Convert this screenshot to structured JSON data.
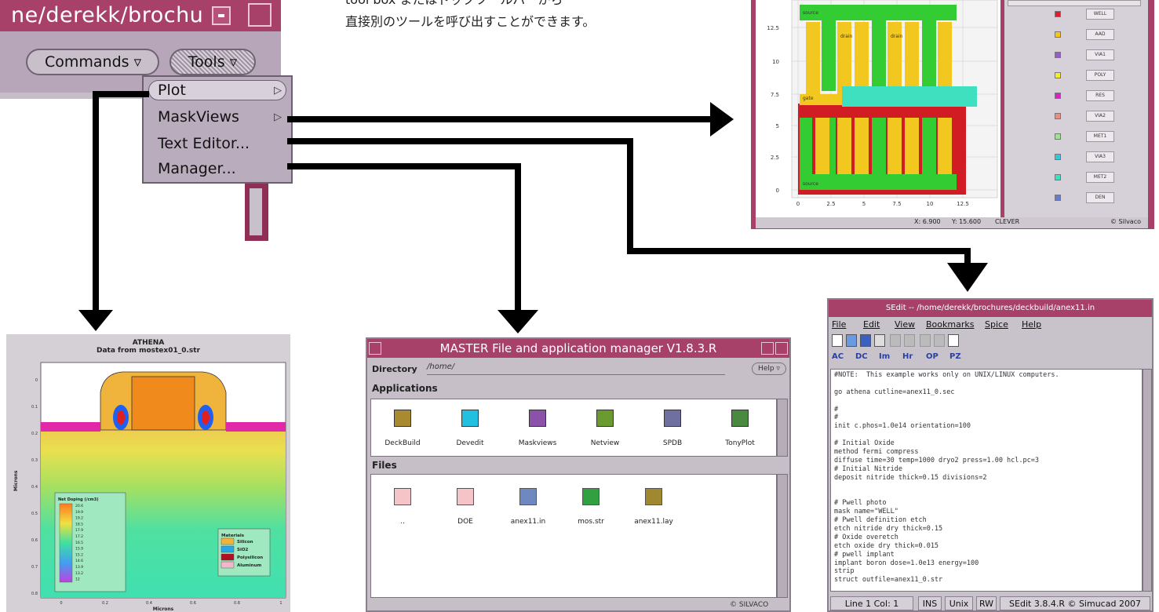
{
  "caption": {
    "line1": "tool box またはドックツールバーから",
    "line2": "直接別のツールを呼び出すことができます。"
  },
  "tool_window": {
    "title": "ne/derekk/brochu",
    "commands_label": "Commands ▿",
    "tools_label": "Tools ▿",
    "menu": [
      {
        "label": "Plot",
        "has_submenu": true
      },
      {
        "label": "MaskViews",
        "has_submenu": true
      },
      {
        "label": "Text Editor...",
        "has_submenu": false
      },
      {
        "label": "Manager...",
        "has_submenu": false
      }
    ]
  },
  "maskviews": {
    "y_ticks": [
      "12.5",
      "10",
      "7.5",
      "5",
      "2.5",
      "0"
    ],
    "x_ticks": [
      "0",
      "2.5",
      "5",
      "7.5",
      "10",
      "12.5"
    ],
    "labels": {
      "source_top": "source",
      "drain1": "drain",
      "drain2": "drain",
      "gate": "gate",
      "source_bottom": "source"
    },
    "layers": [
      {
        "name": "WELL",
        "color": "#e11d2b"
      },
      {
        "name": "AAD",
        "color": "#f5c518"
      },
      {
        "name": "VIA1",
        "color": "#9b59d0"
      },
      {
        "name": "POLY",
        "color": "#f4ee2a"
      },
      {
        "name": "RES",
        "color": "#d822c9"
      },
      {
        "name": "VIA2",
        "color": "#f08a7a"
      },
      {
        "name": "MET1",
        "color": "#9ae68b"
      },
      {
        "name": "VIA3",
        "color": "#35c7d9"
      },
      {
        "name": "MET2",
        "color": "#3fe0c0"
      },
      {
        "name": "DEN",
        "color": "#6a78d6"
      }
    ],
    "status": {
      "x": "X: 6.900",
      "y": "Y: 15.600",
      "mode": "CLEVER",
      "brand": "© Silvaco"
    }
  },
  "athena": {
    "title": "ATHENA",
    "subtitle": "Data from mostex01_0.str",
    "y_label": "Microns",
    "x_label": "Microns",
    "y_ticks": [
      "0",
      "0.1",
      "0.2",
      "0.3",
      "0.4",
      "0.5",
      "0.6",
      "0.7",
      "0.8"
    ],
    "x_ticks": [
      "0",
      "0.2",
      "0.4",
      "0.6",
      "0.8",
      "1"
    ],
    "legend_title": "Net Doping (/cm3)",
    "legend_values": [
      "20.6",
      "19.9",
      "19.2",
      "18.5",
      "17.9",
      "17.2",
      "16.5",
      "15.9",
      "15.2",
      "14.6",
      "13.9",
      "13.2",
      "12"
    ],
    "materials_title": "Materials",
    "materials": [
      {
        "name": "Silicon",
        "color": "#f0b43c"
      },
      {
        "name": "SiO2",
        "color": "#2aa6e6"
      },
      {
        "name": "Polysilicon",
        "color": "#b01020"
      },
      {
        "name": "Aluminum",
        "color": "#f0b8c8"
      }
    ]
  },
  "master": {
    "title": "MASTER  File and application manager V1.8.3.R",
    "directory_label": "Directory",
    "directory_value": "/home/",
    "help_label": "Help ▿",
    "applications_label": "Applications",
    "applications": [
      "DeckBuild",
      "Devedit",
      "Maskviews",
      "Netview",
      "SPDB",
      "TonyPlot"
    ],
    "files_label": "Files",
    "files": [
      "..",
      "DOE",
      "anex11.in",
      "mos.str",
      "anex11.lay"
    ],
    "brand": "© SILVACO"
  },
  "sedit": {
    "title": "SEdit -- /home/derekk/brochures/deckbuild/anex11.in",
    "menu": [
      "File",
      "Edit",
      "View",
      "Bookmarks",
      "Spice",
      "Help"
    ],
    "toolbar2": [
      "AC",
      "DC",
      "Im",
      "Hr",
      "OP",
      "PZ"
    ],
    "code": [
      "#NOTE:  This example works only on UNIX/LINUX computers.",
      "",
      "go athena cutline=anex11_0.sec",
      "",
      "#",
      "#",
      "init c.phos=1.0e14 orientation=100",
      "",
      "# Initial Oxide",
      "method fermi compress",
      "diffuse time=30 temp=1000 dryo2 press=1.00 hcl.pc=3",
      "# Initial Nitride",
      "deposit nitride thick=0.15 divisions=2",
      "",
      "",
      "# Pwell photo",
      "mask name=\"WELL\"",
      "# Pwell definition etch",
      "etch nitride dry thick=0.15",
      "# Oxide overetch",
      "etch oxide dry thick=0.015",
      "# pwell implant",
      "implant boron dose=1.0e13 energy=100",
      "strip",
      "struct outfile=anex11_0.str"
    ],
    "status": {
      "pos": "Line 1 Col: 1",
      "ins": "INS",
      "unix": "Unix",
      "rw": "RW",
      "version": "SEdit 3.8.4.R © Simucad 2007"
    }
  }
}
